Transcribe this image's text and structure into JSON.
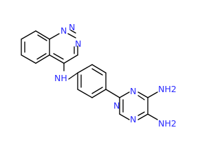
{
  "molecule": {
    "atoms": {
      "benzotriazine_n1": "N",
      "benzotriazine_n2": "N",
      "benzotriazine_n3": "N",
      "amine_linker": "NH",
      "triazine_n_top": "N",
      "triazine_n_left": "N",
      "triazine_n_bottom": "N",
      "amino_top": "NH2",
      "amino_bottom": "NH2"
    }
  }
}
